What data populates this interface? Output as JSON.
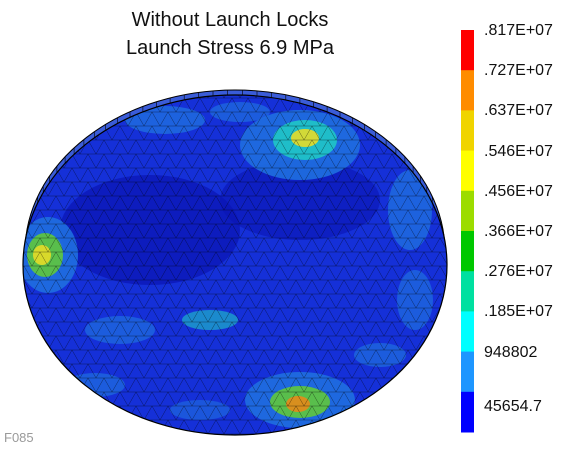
{
  "title": {
    "line1": "Without Launch Locks",
    "line2": "Launch Stress 6.9 MPa"
  },
  "figure_id": "F085",
  "legend": {
    "labels": [
      ".817E+07",
      ".727E+07",
      ".637E+07",
      ".546E+07",
      ".456E+07",
      ".366E+07",
      ".276E+07",
      ".185E+07",
      "948802",
      "45654.7"
    ],
    "colors": [
      "#ff0000",
      "#ff8c00",
      "#f0d400",
      "#ffff00",
      "#9cdc00",
      "#00c800",
      "#00e0a0",
      "#00ffff",
      "#1e96ff",
      "#0000ff"
    ]
  },
  "contour_colors": {
    "base": "#1530d8",
    "deep": "#0a14b4",
    "mid": "#1f6fe0",
    "cyan": "#1fc6c6",
    "green": "#5fc83c",
    "yellow": "#e6dc28",
    "orange": "#e68a1a",
    "mesh": "#000000"
  }
}
